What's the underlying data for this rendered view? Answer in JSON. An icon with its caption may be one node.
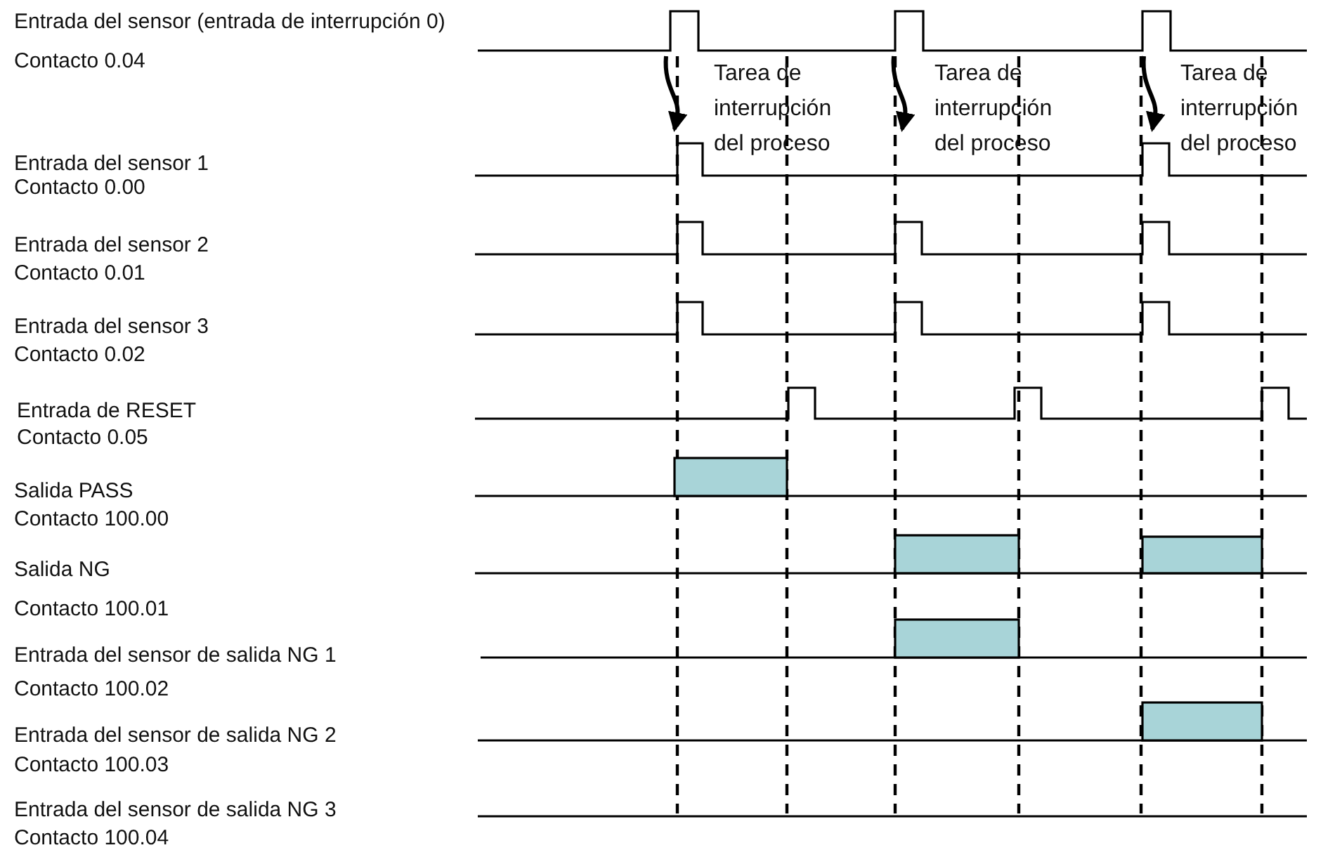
{
  "diagram": {
    "labels": [
      "Entrada del sensor (entrada de interrupción 0)",
      "Contacto 0.04",
      "Tarea de interrupción del proceso",
      "Tarea de interrupción del proceso",
      "Tarea de interrupción del proceso",
      "Entrada del sensor 1",
      "Contacto 0.00",
      "Entrada del sensor 2",
      "Contacto 0.01",
      "Entrada del sensor 3",
      "Contacto 0.02",
      "Entrada de RESET",
      "Contacto 0.05",
      "Salida PASS",
      "Contacto 100.00",
      "Salida NG",
      "Contacto 100.01",
      "Entrada del sensor de salida NG 1",
      "Contacto 100.02",
      "Entrada del sensor de salida NG 2",
      "Contacto 100.03",
      "Entrada del sensor de salida NG 3",
      "Contacto 100.04"
    ]
  }
}
